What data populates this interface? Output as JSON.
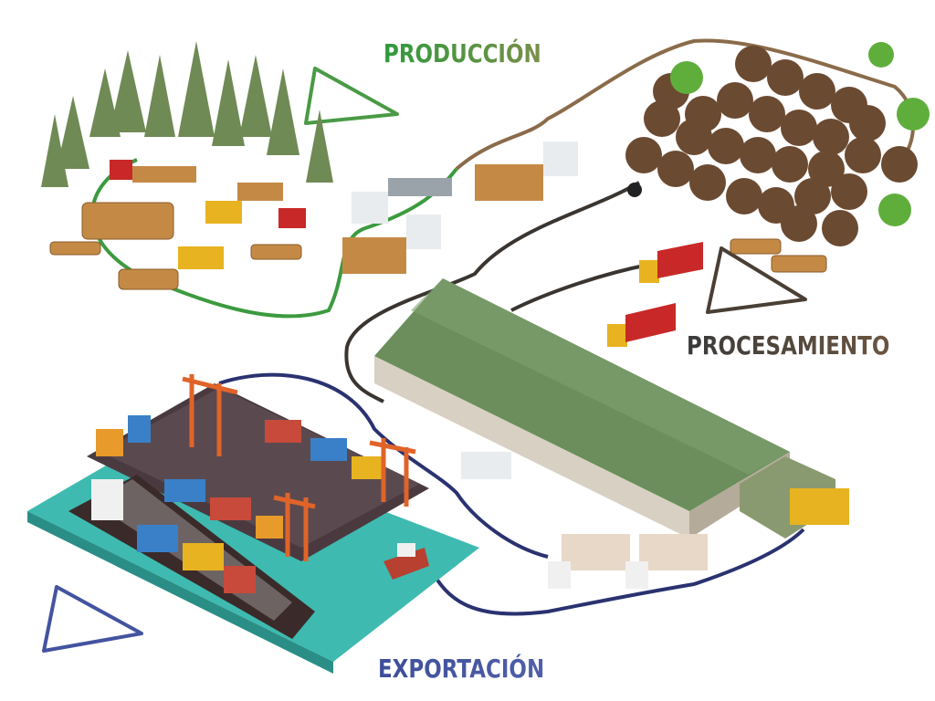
{
  "stages": {
    "production": {
      "label": "PRODUCCIÓN",
      "color": "#3c9a3f"
    },
    "processing": {
      "label": "PROCESAMIENTO",
      "color": "#4a3f35"
    },
    "export": {
      "label": "EXPORTACIÓN",
      "color": "#4453a0"
    }
  }
}
